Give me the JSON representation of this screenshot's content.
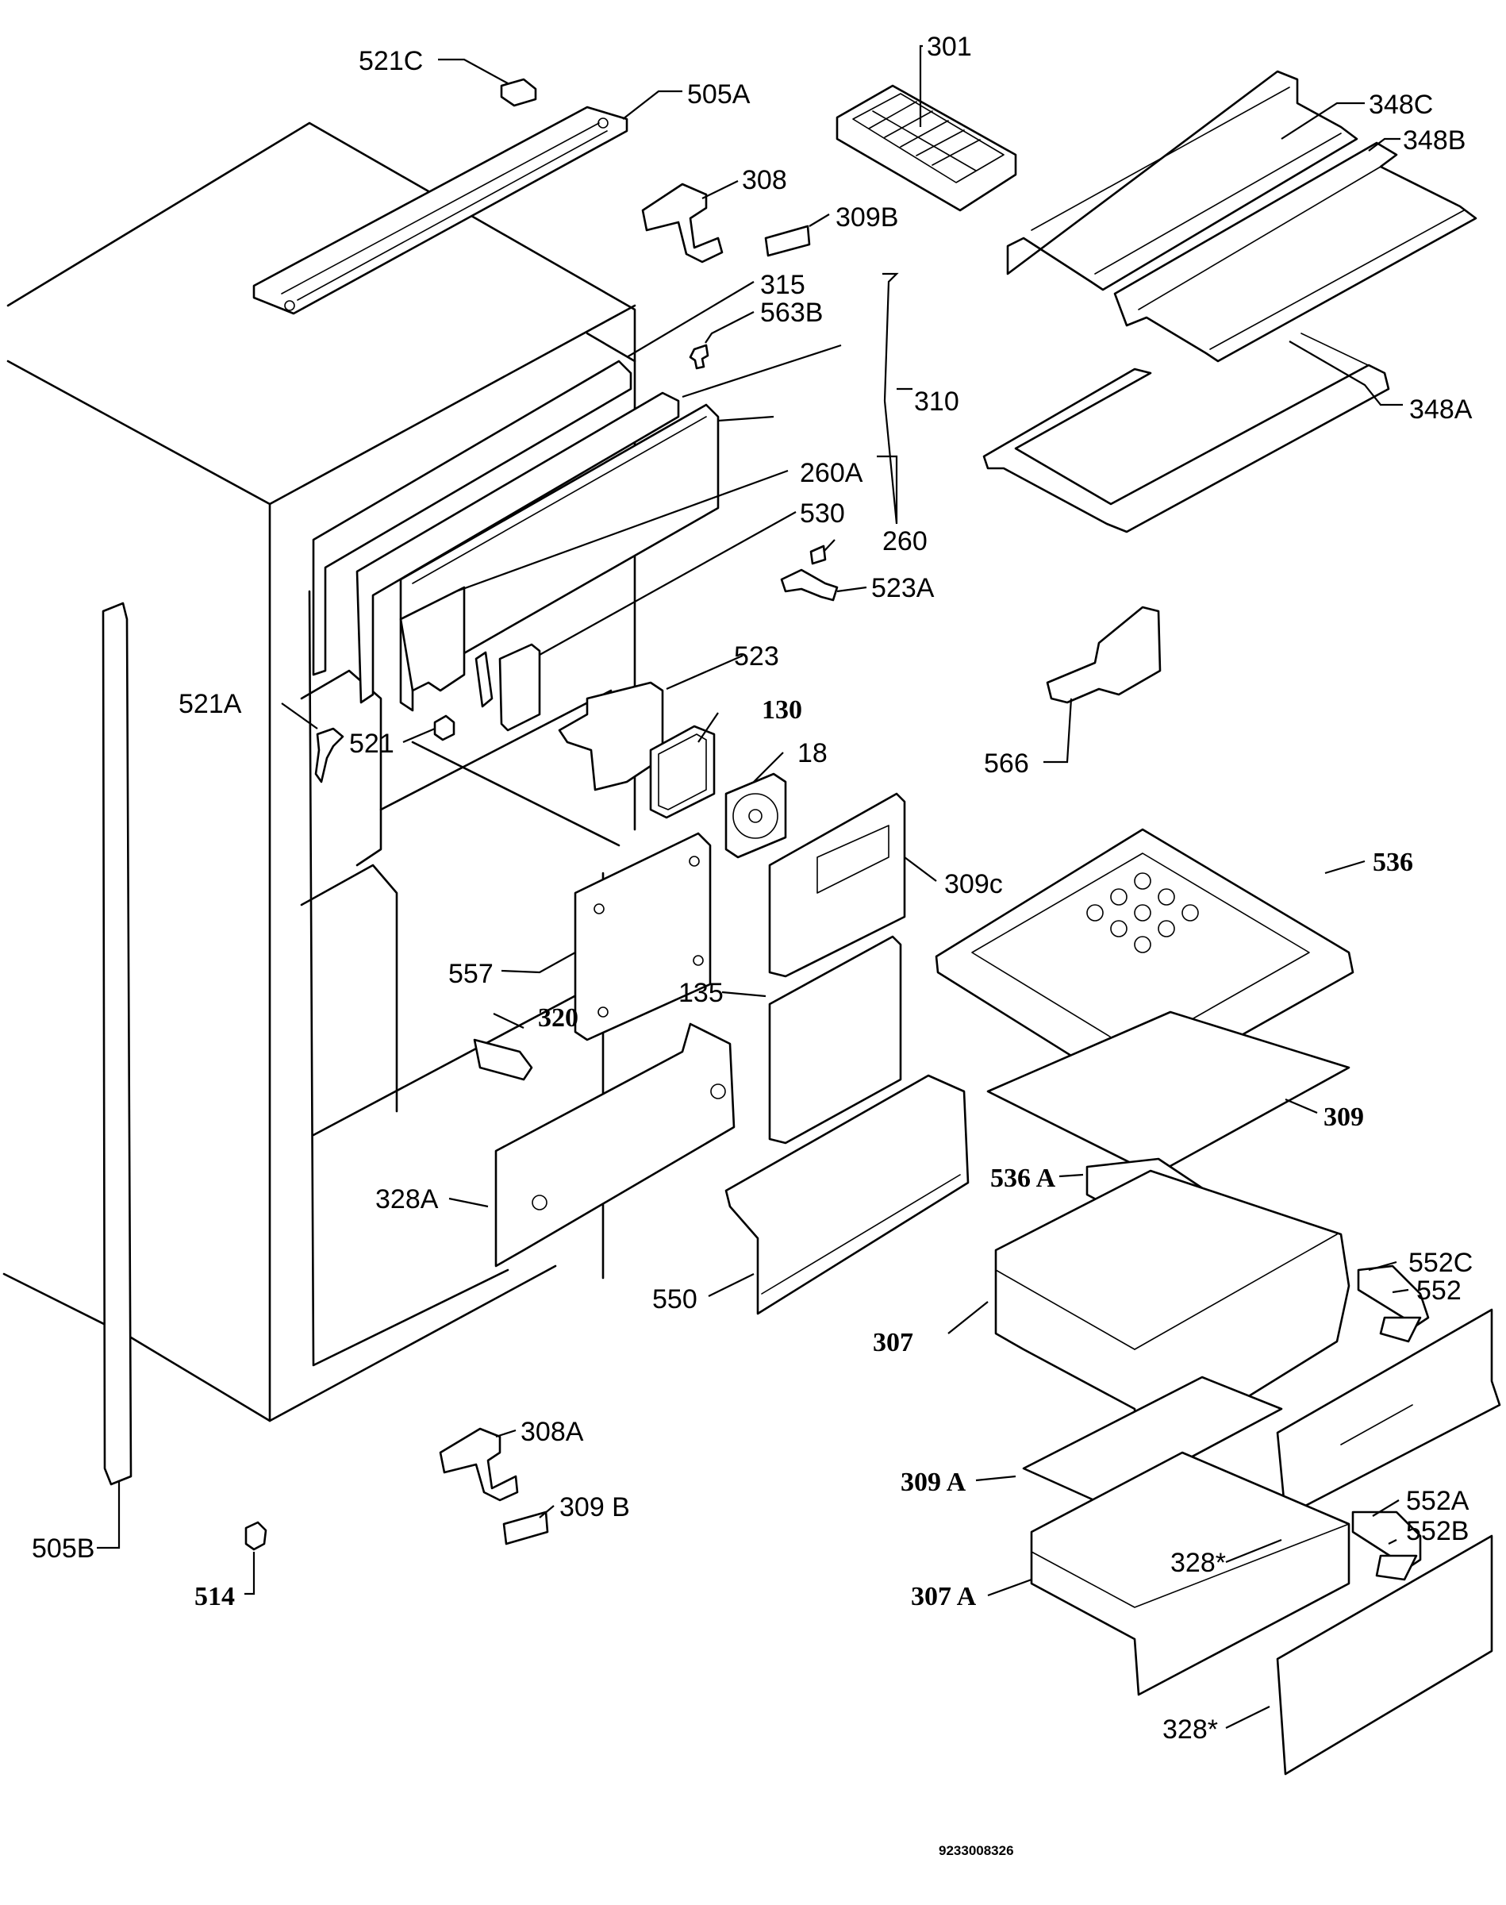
{
  "labels": {
    "l521c": "521C",
    "l505a": "505A",
    "l301": "301",
    "l348c": "348C",
    "l348b": "348B",
    "l308": "308",
    "l309b_top": "309B",
    "l315": "315",
    "l563b": "563B",
    "l310": "310",
    "l348a": "348A",
    "l260a": "260A",
    "l530": "530",
    "l260": "260",
    "l523a": "523A",
    "l523": "523",
    "l521a": "521A",
    "l521": "521",
    "l130": "130",
    "l18": "18",
    "l566": "566",
    "l536": "536",
    "l309c": "309c",
    "l557": "557",
    "l320": "320",
    "l135": "135",
    "l309": "309",
    "l536a": "536 A",
    "l328a": "328A",
    "l552c": "552C",
    "l552": "552",
    "l550": "550",
    "l307": "307",
    "l308a": "308A",
    "l309a": "309 A",
    "l552a": "552A",
    "l552b": "552B",
    "l309b_bottom": "309 B",
    "l328star_1": "328*",
    "l505b": "505B",
    "l307a": "307 A",
    "l514": "514",
    "l328star_2": "328*"
  },
  "document_number": "9233008326"
}
